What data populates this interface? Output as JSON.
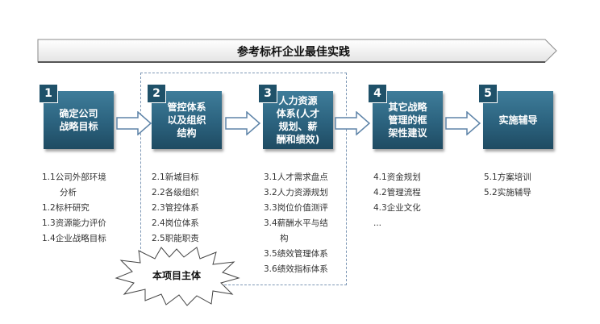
{
  "banner": {
    "title": "参考标杆企业最佳实践"
  },
  "steps": [
    {
      "number": "1",
      "title": "确定公司\n战略目标",
      "items": [
        "1.1公司外部环境",
        "分析",
        "1.2标杆研究",
        "1.3资源能力评价",
        "1.4企业战略目标"
      ]
    },
    {
      "number": "2",
      "title": "管控体系\n以及组织\n结构",
      "items": [
        "2.1新城目标",
        "2.2各级组织",
        "2.3管控体系",
        "2.4岗位体系",
        "2.5职能职责"
      ]
    },
    {
      "number": "3",
      "title": "人力资源\n体系(人才\n规划、薪\n酬和绩效)",
      "items": [
        "3.1人才需求盘点",
        "3.2人力资源规划",
        "3.3岗位价值测评",
        "3.4薪酬水平与结",
        "构",
        "3.5绩效管理体系",
        "3.6绩效指标体系"
      ]
    },
    {
      "number": "4",
      "title": "其它战略\n管理的框\n架性建议",
      "items": [
        "4.1资金规划",
        "4.2管理流程",
        "4.3企业文化",
        "..."
      ]
    },
    {
      "number": "5",
      "title": "实施辅导",
      "items": [
        "5.1方案培训",
        "5.2实施辅导"
      ]
    }
  ],
  "callout": {
    "label": "本项目主体"
  },
  "colors": {
    "box": "#2b627e",
    "badge": "#1f5169",
    "dashed": "#7d97b5"
  }
}
